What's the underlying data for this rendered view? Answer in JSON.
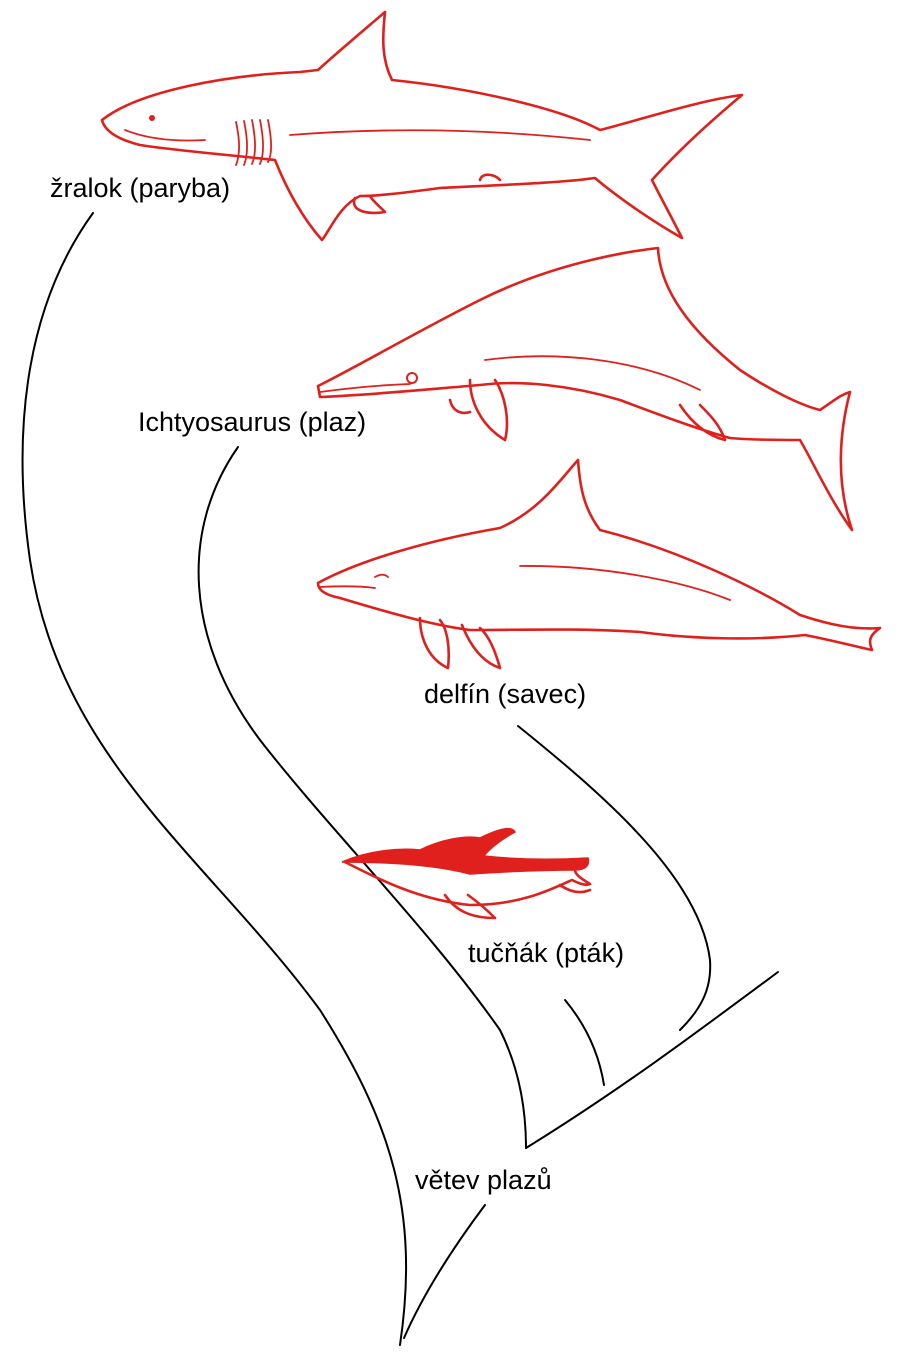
{
  "colors": {
    "animal": "#e0201c",
    "branch": "#000000",
    "label": "#000000",
    "background": "#ffffff"
  },
  "labels": {
    "shark": "žralok (paryba)",
    "ichthyosaurus": "Ichtyosaurus (plaz)",
    "dolphin": "delfín (savec)",
    "penguin": "tučňák (pták)",
    "reptile_branch": "větev plazů"
  },
  "illustrations": {
    "shark": "shark-drawing",
    "ichthyosaurus": "ichthyosaurus-drawing",
    "dolphin": "dolphin-drawing",
    "penguin": "penguin-drawing"
  }
}
